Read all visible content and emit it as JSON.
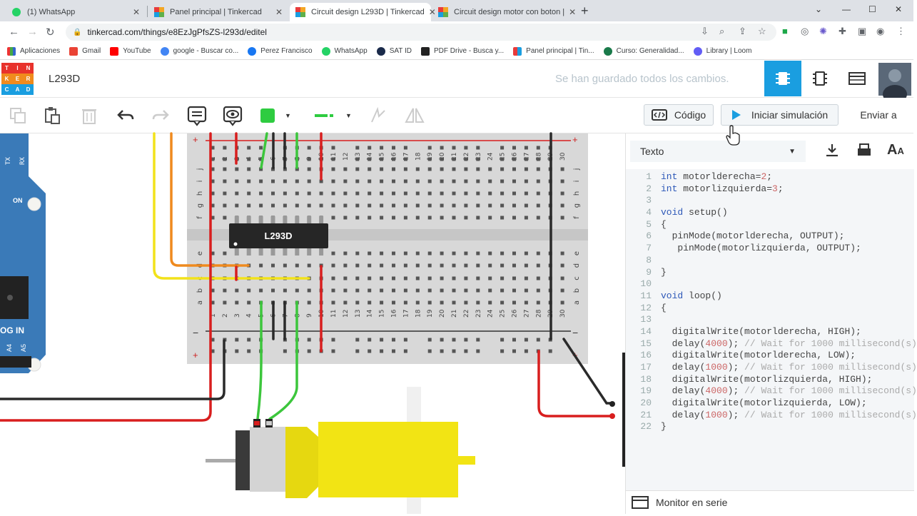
{
  "browser": {
    "tabs": [
      {
        "title": "(1) WhatsApp",
        "active": false
      },
      {
        "title": "Panel principal | Tinkercad",
        "active": false
      },
      {
        "title": "Circuit design L293D | Tinkercad",
        "active": true
      },
      {
        "title": "Circuit design motor con boton |",
        "active": false
      }
    ],
    "url": "tinkercad.com/things/e8EzJgPfsZS-l293d/editel",
    "bookmarks": [
      "Aplicaciones",
      "Gmail",
      "YouTube",
      "google - Buscar co...",
      "Perez Francisco",
      "WhatsApp",
      "SAT ID",
      "PDF Drive - Busca y...",
      "Panel principal | Tin...",
      "Curso: Generalidad...",
      "Library | Loom"
    ]
  },
  "header": {
    "logo_letters": [
      "TIN",
      "KER",
      "CAD"
    ],
    "project_name": "L293D",
    "save_status": "Se han guardado todos los cambios."
  },
  "toolbar": {
    "code_label": "Código",
    "sim_label": "Iniciar simulación",
    "send_label": "Enviar a"
  },
  "canvas": {
    "chip_label": "L293D",
    "board_labels": {
      "pin": "ON",
      "analog": "OG IN",
      "a4": "A4",
      "a5": "A5",
      "tx": "TX",
      "rx": "RX"
    },
    "column_numbers": [
      "1",
      "2",
      "3",
      "4",
      "5",
      "6",
      "7",
      "8",
      "9",
      "10",
      "11",
      "12",
      "13",
      "14",
      "15",
      "16",
      "17",
      "18",
      "19",
      "20",
      "21",
      "22",
      "23",
      "24",
      "25",
      "26",
      "27",
      "28",
      "29",
      "30"
    ],
    "rows_top": [
      "j",
      "i",
      "h",
      "g",
      "f"
    ],
    "rows_bottom": [
      "e",
      "d",
      "c",
      "b",
      "a"
    ],
    "rail_plus": "+",
    "rail_minus": "−"
  },
  "code_panel": {
    "mode": "Texto",
    "monitor_label": "Monitor en serie",
    "lines": [
      "int motorlderecha=2;",
      "int motorlizquierda=3;",
      "",
      "void setup()",
      "{",
      "  pinMode(motorlderecha, OUTPUT);",
      "   pinMode(motorlizquierda, OUTPUT);",
      "",
      "}",
      "",
      "void loop()",
      "{",
      "",
      "  digitalWrite(motorlderecha, HIGH);",
      "  delay(4000); // Wait for 1000 millisecond(s)",
      "  digitalWrite(motorlderecha, LOW);",
      "  delay(1000); // Wait for 1000 millisecond(s)",
      "  digitalWrite(motorlizquierda, HIGH);",
      "  delay(4000); // Wait for 1000 millisecond(s)",
      "  digitalWrite(motorlizquierda, LOW);",
      "  delay(1000); // Wait for 1000 millisecond(s)",
      "}"
    ]
  },
  "colors": {
    "accent": "#1a9ee0",
    "green_btn": "#2ecc40",
    "wire_red": "#d81e1e",
    "wire_green": "#3cc63c",
    "wire_orange": "#ef8a1e",
    "wire_yellow": "#f2e21a",
    "motor_yellow": "#f2e414"
  }
}
